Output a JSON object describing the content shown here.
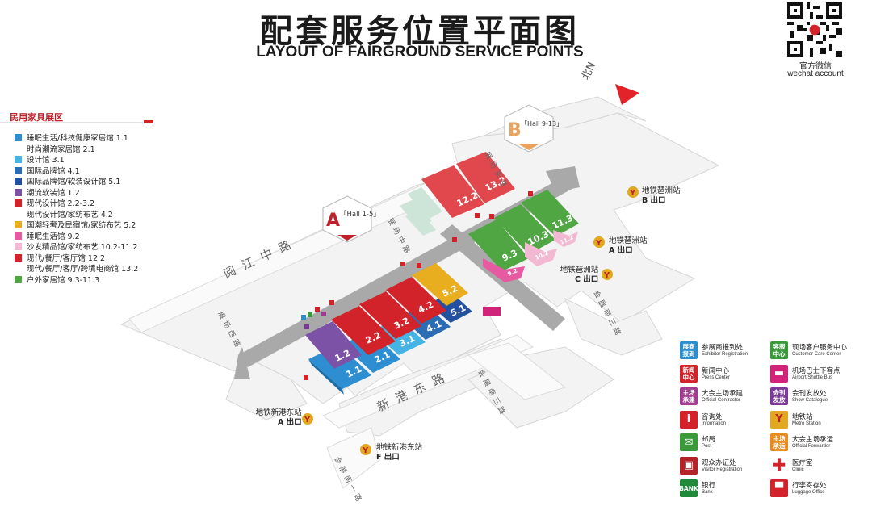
{
  "header": {
    "title_cn": "配套服务位置平面图",
    "title_en": "LAYOUT OF FAIRGROUND SERVICE POINTS",
    "qr_label_cn": "官方微信",
    "qr_label_en": "wechat account"
  },
  "compass": {
    "label": "北N"
  },
  "legend": {
    "header": "民用家具展区",
    "items": [
      {
        "text": "睡眠生活/科技健康家居馆  1.1",
        "color": "#2d8fd1",
        "swatch": true
      },
      {
        "text": "时尚潮流家居馆  2.1",
        "color": "",
        "swatch": false
      },
      {
        "text": "设计馆  3.1",
        "color": "#45b3e3",
        "swatch": true
      },
      {
        "text": "国际品牌馆  4.1",
        "color": "#2a6db5",
        "swatch": true
      },
      {
        "text": "国际品牌馆/软装设计馆  5.1",
        "color": "#2351a0",
        "swatch": true
      },
      {
        "text": "潮流软装馆  1.2",
        "color": "#7b52a6",
        "swatch": true
      },
      {
        "text": "现代设计馆  2.2-3.2",
        "color": "#d2232a",
        "swatch": true
      },
      {
        "text": "现代设计馆/家纺布艺  4.2",
        "color": "",
        "swatch": false
      },
      {
        "text": "国潮轻奢及民宿馆/家纺布艺  5.2",
        "color": "#e9ae1f",
        "swatch": true
      },
      {
        "text": "睡眠生活馆  9.2",
        "color": "#e55aa0",
        "swatch": true
      },
      {
        "text": "沙发精品馆/家纺布艺  10.2-11.2",
        "color": "#f4b9d2",
        "swatch": true
      },
      {
        "text": "现代/餐厅/客厅馆  12.2",
        "color": "#d2232a",
        "swatch": true
      },
      {
        "text": "现代/餐厅/客厅/跨境电商馆  13.2",
        "color": "",
        "swatch": false
      },
      {
        "text": "户外家居馆  9.3-11.3",
        "color": "#4fa642",
        "swatch": true
      }
    ]
  },
  "halls": {
    "h1_1": "1.1",
    "h2_1": "2.1",
    "h3_1": "3.1",
    "h4_1": "4.1",
    "h5_1": "5.1",
    "h1_2": "1.2",
    "h2_2": "2.2",
    "h3_2": "3.2",
    "h4_2": "4.2",
    "h5_2": "5.2",
    "h9_2": "9.2",
    "h10_2": "10.2",
    "h11_2": "11.2",
    "h9_3": "9.3",
    "h10_3": "10.3",
    "h11_3": "11.3",
    "h12_2": "12.2",
    "h13_2": "13.2"
  },
  "zones": {
    "a_letter": "A",
    "a_label": "「Hall 1-5」",
    "b_letter": "B",
    "b_label": "「Hall 9-13」"
  },
  "roads": {
    "yuejiang": "阅江中路",
    "xingang": "新港东路",
    "zhanchangdong": "展场东路",
    "zhanchangzhong": "展场中路",
    "zhanchangxi": "展场西路",
    "huizhan3_a": "会展南三路",
    "huizhan3_b": "会展南三路",
    "huizhan1": "会展南一路"
  },
  "metro": {
    "pz_b": {
      "name": "地铁琶洲站",
      "exit": "B 出口"
    },
    "pz_a": {
      "name": "地铁琶洲站",
      "exit": "A 出口"
    },
    "pz_c": {
      "name": "地铁琶洲站",
      "exit": "C 出口"
    },
    "xg_a": {
      "name": "地铁新港东站",
      "exit": "A 出口"
    },
    "xg_f": {
      "name": "地铁新港东站",
      "exit": "F 出口"
    }
  },
  "services": [
    {
      "icon": "展商\n报到",
      "color": "#2a8fd1",
      "cn": "参展商报到处",
      "en": "Exhibitor Registration"
    },
    {
      "icon": "新闻\n中心",
      "color": "#d2232a",
      "cn": "新闻中心",
      "en": "Press Center"
    },
    {
      "icon": "主场\n承建",
      "color": "#a23c93",
      "cn": "大会主场承建",
      "en": "Official Contractor"
    },
    {
      "icon": "i",
      "color": "#d2232a",
      "cn": "咨询处",
      "en": "Information"
    },
    {
      "icon": "✉",
      "color": "#3a9a3a",
      "cn": "邮局",
      "en": "Post"
    },
    {
      "icon": "▣",
      "color": "#b5232a",
      "cn": "观众办证处",
      "en": "Visitor Registration"
    },
    {
      "icon": "BANK",
      "color": "#1f8a3a",
      "cn": "银行",
      "en": "Bank"
    },
    {
      "icon": "客服\n中心",
      "color": "#3a9a3a",
      "cn": "现场客户服务中心",
      "en": "Customer Care Center"
    },
    {
      "icon": "▬",
      "color": "#d2237a",
      "cn": "机场巴士下客点",
      "en": "Airport Shuttle Bus"
    },
    {
      "icon": "会刊\n发放",
      "color": "#7b3a9a",
      "cn": "会刊发放处",
      "en": "Show Catalogue"
    },
    {
      "icon": "Y",
      "color": "#d2232a",
      "cn": "地铁站",
      "en": "Metro Station"
    },
    {
      "icon": "主场\n承运",
      "color": "#e98a1f",
      "cn": "大会主场承运",
      "en": "Official Forwarder"
    },
    {
      "icon": "✚",
      "color": "#ffffff",
      "cn": "医疗室",
      "en": "Clinic"
    },
    {
      "icon": "▀",
      "color": "#d2232a",
      "cn": "行李寄存处",
      "en": "Luggage Office"
    }
  ]
}
